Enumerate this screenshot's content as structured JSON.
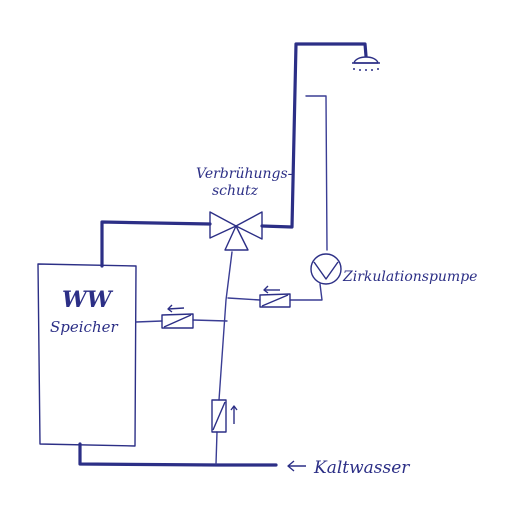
{
  "labels": {
    "scald_protection_line1": "Verbrühungs-",
    "scald_protection_line2": "schutz",
    "storage_line1": "WW",
    "storage_line2": "Speicher",
    "circulation_pump": "Zirkulationspumpe",
    "cold_water": "Kaltwasser"
  },
  "colors": {
    "ink": "#2c2f86",
    "background": "#ffffff"
  },
  "icons": {
    "shower": "shower-head-icon",
    "mixing_valve": "three-way-valve-icon",
    "pump": "circulation-pump-icon",
    "check_valve": "check-valve-icon",
    "arrow": "arrow-left-icon"
  }
}
